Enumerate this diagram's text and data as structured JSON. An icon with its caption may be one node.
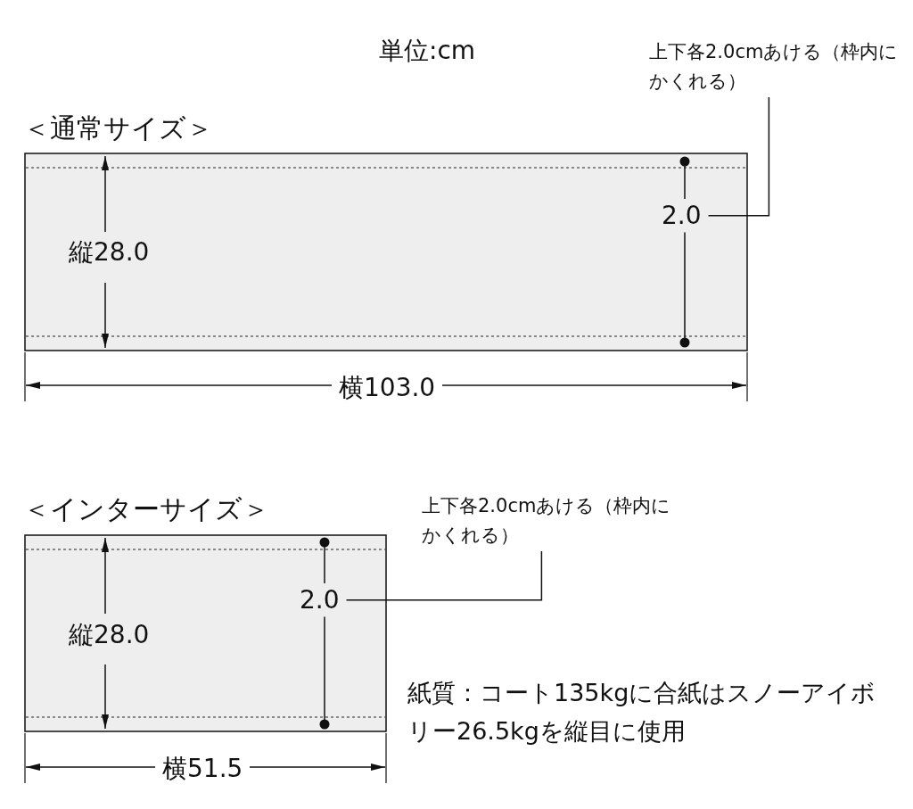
{
  "diagram": {
    "nodes": [
      {
        "text": [
          "上下各2.0cmあける（枠内にかくれる）"
        ]
      },
      {
        "text": [
          "2.0"
        ]
      },
      {
        "text": [
          "上下各2.0cmあける（枠内にかくれる）"
        ]
      },
      {
        "text": [
          "2.0"
        ]
      }
    ],
    "edges": [
      {
        "from": 0,
        "to": 1,
        "arrow": "none"
      },
      {
        "from": 2,
        "to": 3,
        "arrow": "none"
      }
    ],
    "labels": [
      "単位:cm",
      "＜通常サイズ＞",
      "縦28.0",
      "横103.0",
      "＜インターサイズ＞",
      "縦28.0",
      "横51.5",
      "紙質：コート135kgに合紙はスノーアイボリー26.5kgを縦目に使用"
    ]
  }
}
